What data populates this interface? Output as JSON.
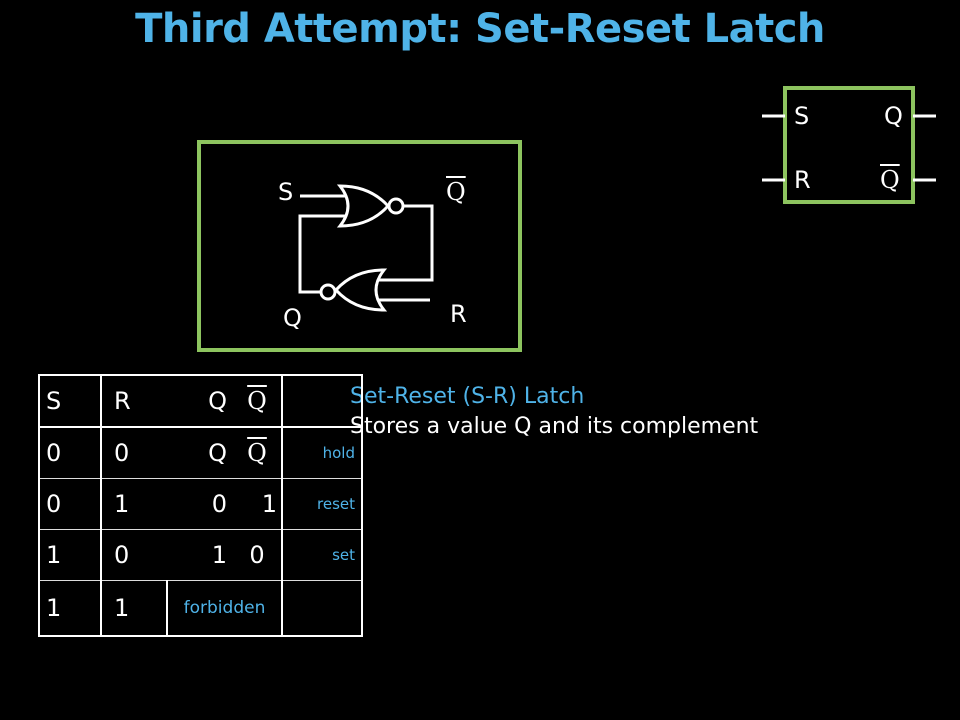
{
  "title": "Third Attempt: Set-Reset Latch",
  "circuit": {
    "s_label": "S",
    "r_label": "R",
    "q_label": "Q",
    "qbar_label": "Q"
  },
  "symbol": {
    "s_label": "S",
    "r_label": "R",
    "q_label": "Q",
    "qbar_label": "Q"
  },
  "description": {
    "line1": "Set-Reset (S-R) Latch",
    "line2": "Stores a value Q and its complement"
  },
  "truth_table": {
    "headers": [
      "S",
      "R",
      "Q",
      "Q"
    ],
    "rows": [
      {
        "s": "0",
        "r": "0",
        "q": "Q",
        "qbar": "Q",
        "note": "hold"
      },
      {
        "s": "0",
        "r": "1",
        "q": "0",
        "qbar": "1",
        "note": "reset"
      },
      {
        "s": "1",
        "r": "0",
        "q": "1",
        "qbar": "0",
        "note": "set"
      },
      {
        "s": "1",
        "r": "1",
        "q": "forbidden",
        "qbar": "",
        "note": ""
      }
    ]
  },
  "colors": {
    "accent": "#4fb3e8",
    "frame": "#8dc45f",
    "background": "#000000"
  }
}
